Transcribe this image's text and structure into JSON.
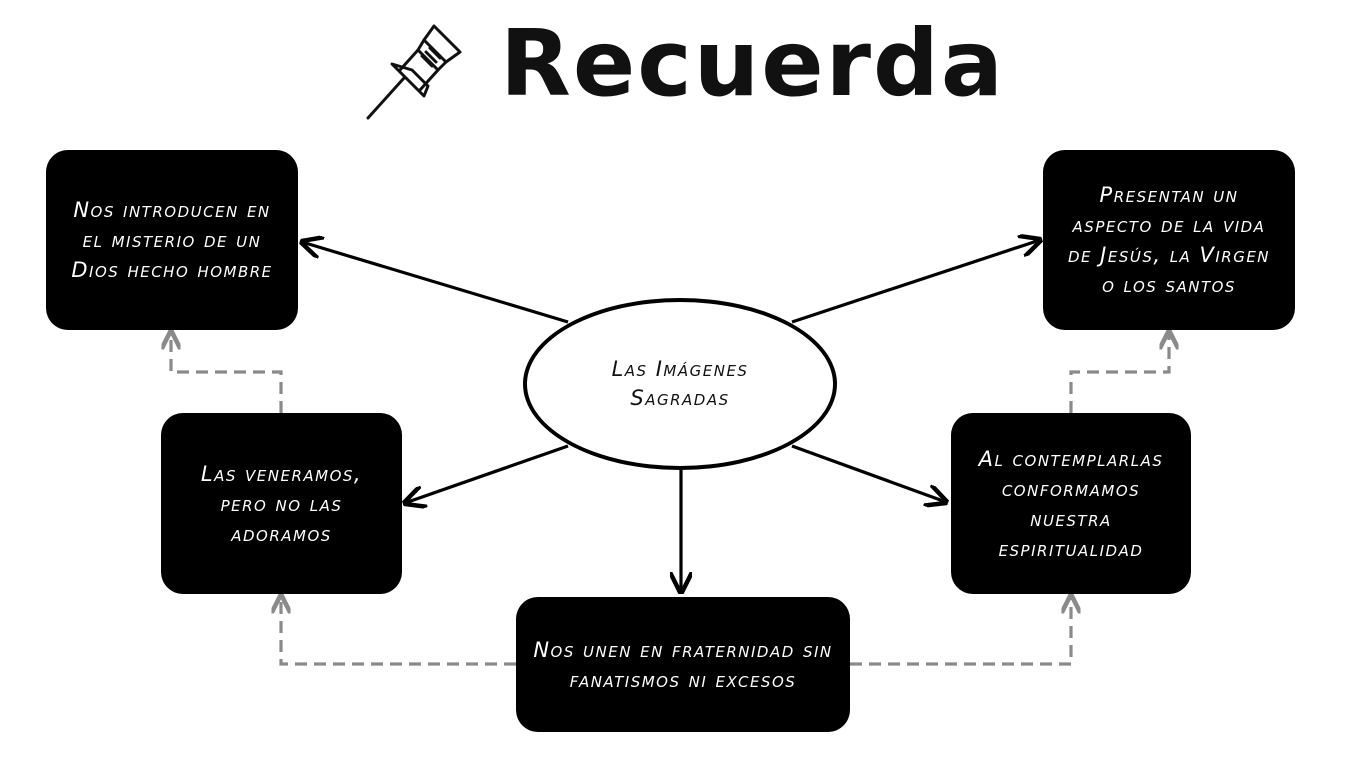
{
  "title": "Recuerda",
  "icon": "pushpin-icon",
  "center_node": {
    "label": "Las Imágenes Sagradas"
  },
  "nodes": {
    "top_left": "Nos introducen en el misterio de un Dios hecho hombre",
    "top_right": "Presentan un aspecto de la vida de Jesús, la Virgen o los santos",
    "mid_left": "Las veneramos, pero no las adoramos",
    "mid_right": "Al contemplarlas conformamos nuestra espiritualidad",
    "bottom": "Nos unen en fraternidad sin fanatismos ni excesos"
  },
  "colors": {
    "box_fill": "#000000",
    "box_text": "#ffffff",
    "arrow": "#000000",
    "dashed_connector": "#8a8a8a"
  }
}
